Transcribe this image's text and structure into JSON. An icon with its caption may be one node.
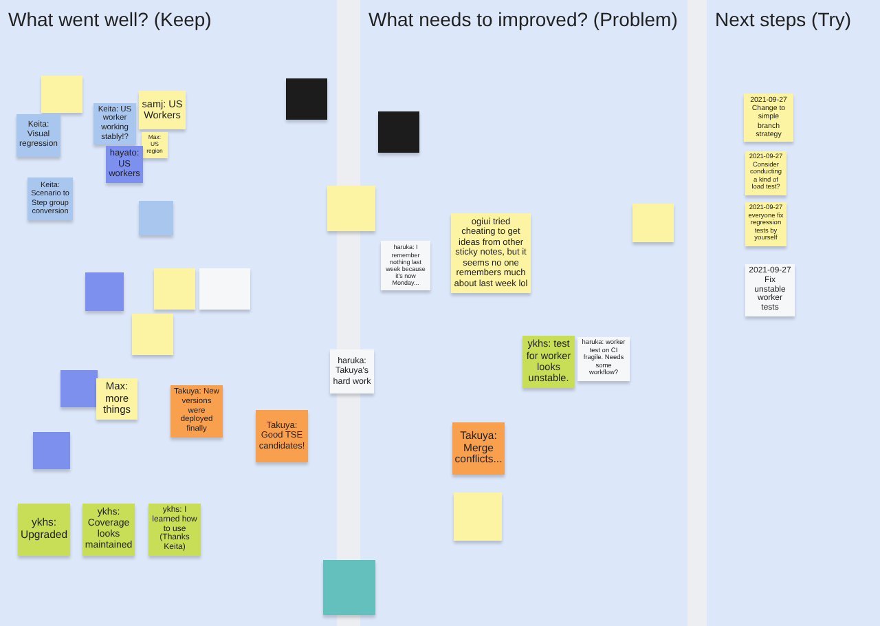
{
  "diagram": {
    "nodes": [
      {
        "text": [
          "What went well? (Keep)"
        ]
      },
      {
        "text": [
          "What needs to improved? (Problem)"
        ]
      },
      {
        "text": [
          "Next steps (Try)"
        ]
      },
      {
        "text": [],
        "shape": "box",
        "in": 0
      },
      {
        "text": [
          "Keita: Visual regression"
        ],
        "in": 0
      },
      {
        "text": [
          "Keita: US worker working stably!?"
        ],
        "in": 0
      },
      {
        "text": [
          "samj: US Workers"
        ],
        "in": 0
      },
      {
        "text": [
          "Max: US region"
        ],
        "in": 0
      },
      {
        "text": [
          "hayato: US workers"
        ],
        "in": 0
      },
      {
        "text": [
          "Keita: Scenario to Step group conversion"
        ],
        "in": 0
      },
      {
        "text": [],
        "shape": "box",
        "in": 0
      },
      {
        "text": [],
        "shape": "box",
        "in": 0
      },
      {
        "text": [],
        "shape": "box",
        "in": 0
      },
      {
        "text": [],
        "shape": "box",
        "in": 0
      },
      {
        "text": [],
        "shape": "box",
        "in": 0
      },
      {
        "text": [],
        "shape": "box",
        "in": 0
      },
      {
        "text": [
          "Max: more things"
        ],
        "in": 0
      },
      {
        "text": [
          "Takuya: New versions were deployed finally"
        ],
        "in": 0
      },
      {
        "text": [],
        "shape": "box",
        "in": 0
      },
      {
        "text": [
          "Takuya: Good TSE candidates!"
        ],
        "in": 0
      },
      {
        "text": [
          "ykhs: Upgraded"
        ],
        "in": 0
      },
      {
        "text": [
          "ykhs: Coverage looks maintained"
        ],
        "in": 0
      },
      {
        "text": [
          "ykhs: I learned how to use (Thanks Keita)"
        ],
        "in": 0
      },
      {
        "text": [],
        "shape": "box",
        "in": 0
      },
      {
        "text": [],
        "shape": "box",
        "in": 1
      },
      {
        "text": [],
        "shape": "box"
      },
      {
        "text": [
          "haruka: I remember nothing last week because it's now Monday..."
        ],
        "in": 1
      },
      {
        "text": [
          "ogiui tried cheating to get ideas from other sticky notes, but it seems no one remembers much about last week lol"
        ],
        "in": 1
      },
      {
        "text": [],
        "shape": "box",
        "in": 1
      },
      {
        "text": [
          "haruka: Takuya's hard work"
        ]
      },
      {
        "text": [
          "ykhs: test for worker looks unstable."
        ],
        "in": 1
      },
      {
        "text": [
          "haruka: worker test on CI fragile. Needs some workflow?"
        ],
        "in": 1
      },
      {
        "text": [
          "Takuya: Merge conflicts..."
        ],
        "in": 1
      },
      {
        "text": [],
        "shape": "box",
        "in": 1
      },
      {
        "text": [],
        "shape": "box"
      },
      {
        "text": [
          "2021-09-27 Change to simple branch strategy"
        ],
        "in": 2
      },
      {
        "text": [
          "2021-09-27 Consider conducting a kind of load test?"
        ],
        "in": 2
      },
      {
        "text": [
          "2021-09-27 everyone fix regression tests by yourself"
        ],
        "in": 2
      },
      {
        "text": [
          "2021-09-27 Fix unstable worker tests"
        ],
        "in": 2
      }
    ]
  }
}
